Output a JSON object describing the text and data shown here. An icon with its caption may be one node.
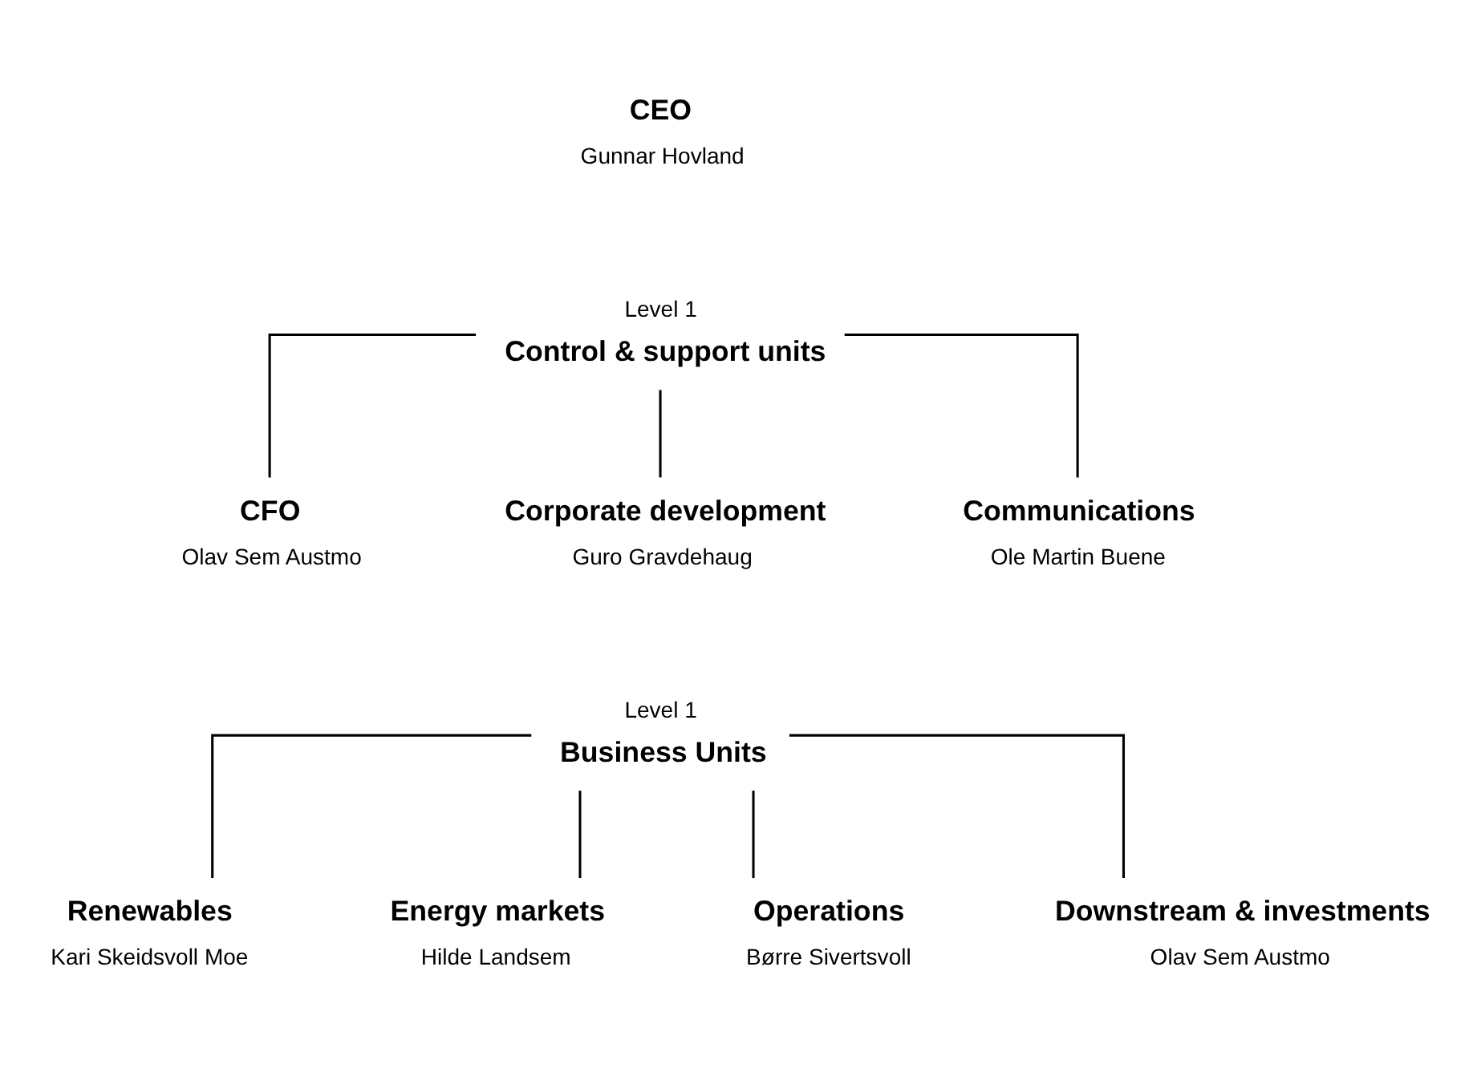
{
  "diagram": {
    "nodes": [
      {
        "text": [
          "CEO",
          "Gunnar Hovland"
        ]
      },
      {
        "text": [
          "Level 1",
          "Control & support units"
        ]
      },
      {
        "text": [
          "CFO",
          "Olav Sem Austmo"
        ]
      },
      {
        "text": [
          "Corporate development",
          "Guro Gravdehaug"
        ]
      },
      {
        "text": [
          "Communications",
          "Ole Martin Buene"
        ]
      },
      {
        "text": [
          "Level 1",
          "Business Units"
        ]
      },
      {
        "text": [
          "Renewables",
          "Kari Skeidsvoll Moe"
        ]
      },
      {
        "text": [
          "Energy markets",
          "Hilde Landsem"
        ]
      },
      {
        "text": [
          "Operations",
          "Børre Sivertsvoll"
        ]
      },
      {
        "text": [
          "Downstream & investments",
          "Olav Sem Austmo"
        ]
      }
    ],
    "edges": [
      {
        "from": 1,
        "to": 2,
        "arrow": "none"
      },
      {
        "from": 1,
        "to": 3,
        "arrow": "none"
      },
      {
        "from": 1,
        "to": 4,
        "arrow": "none"
      },
      {
        "from": 5,
        "to": 6,
        "arrow": "none"
      },
      {
        "from": 5,
        "to": 7,
        "arrow": "none"
      },
      {
        "from": 5,
        "to": 8,
        "arrow": "none"
      },
      {
        "from": 5,
        "to": 9,
        "arrow": "none"
      }
    ]
  }
}
